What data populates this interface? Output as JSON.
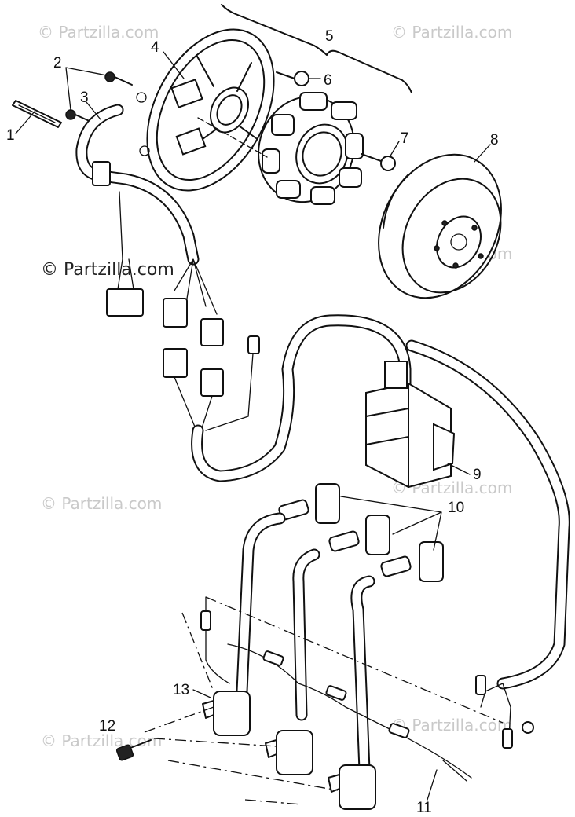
{
  "watermarks": [
    "© Partzilla.com",
    "© Partzilla.com",
    "© Partzilla.com",
    "© Partzilla.com",
    "© Partzilla.com",
    "© Partzilla.com",
    "© Partzilla.com",
    "© Partzilla.com"
  ],
  "callouts": [
    "1",
    "2",
    "3",
    "4",
    "5",
    "6",
    "7",
    "8",
    "9",
    "10",
    "11",
    "12",
    "13"
  ]
}
